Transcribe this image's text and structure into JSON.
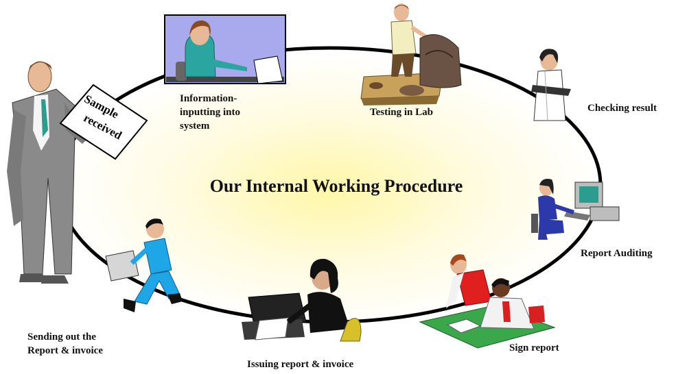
{
  "diagram": {
    "title": "Our Internal Working Procedure",
    "sign_text": "Sample received",
    "steps": [
      {
        "id": "info",
        "label": "Information-\ninputting into\nsystem",
        "icon": "clerk-at-desk-icon"
      },
      {
        "id": "lab",
        "label": "Testing in Lab",
        "icon": "lab-technician-icon"
      },
      {
        "id": "check",
        "label": "Checking result",
        "icon": "woman-with-clipboard-icon"
      },
      {
        "id": "audit",
        "label": "Report Auditing",
        "icon": "computer-operator-icon"
      },
      {
        "id": "sign",
        "label": "Sign report",
        "icon": "two-men-at-table-icon"
      },
      {
        "id": "issue",
        "label": "Issuing report & invoice",
        "icon": "woman-at-printer-icon"
      },
      {
        "id": "send",
        "label": "Sending out the\nReport & invoice",
        "icon": "courier-running-icon"
      }
    ],
    "colors": {
      "ellipse": "#000000",
      "glow": "#fff7a8",
      "panel": "#a9a9ee",
      "text": "#111111"
    }
  }
}
